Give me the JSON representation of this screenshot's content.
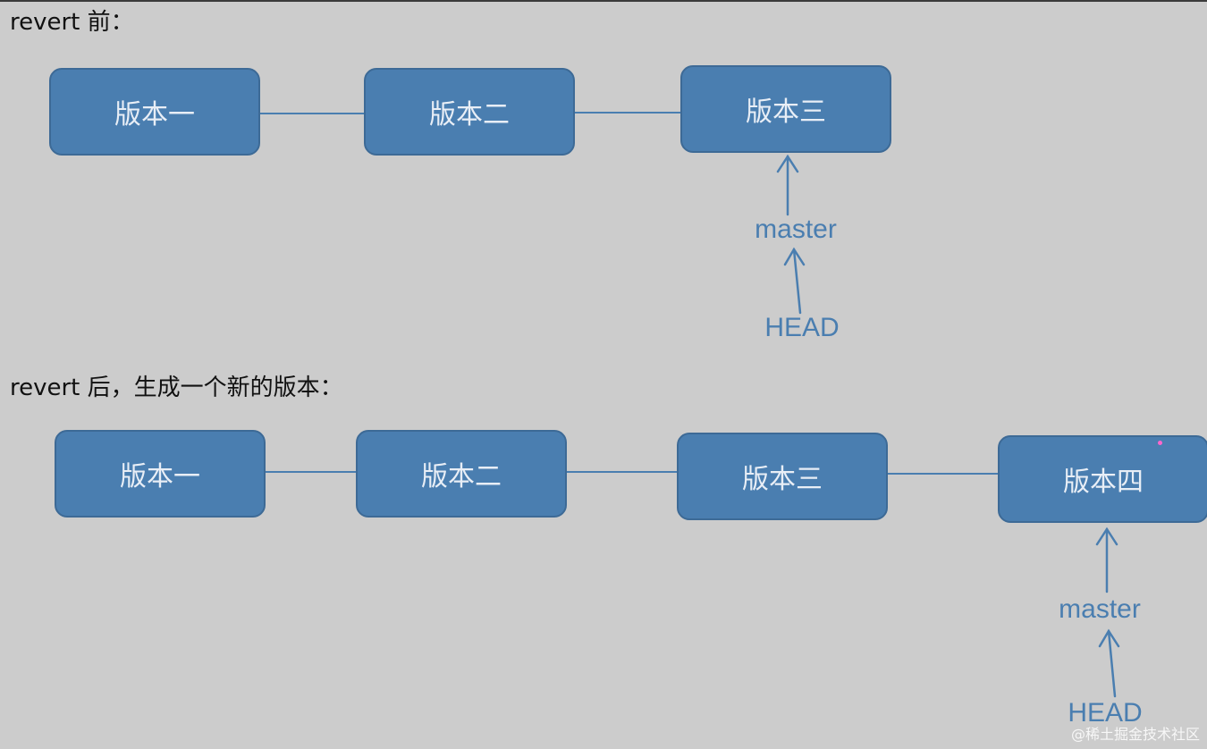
{
  "before": {
    "heading": "revert 前：",
    "nodes": [
      "版本一",
      "版本二",
      "版本三"
    ],
    "branch": "master",
    "head": "HEAD"
  },
  "after": {
    "heading": "revert 后，生成一个新的版本：",
    "nodes": [
      "版本一",
      "版本二",
      "版本三",
      "版本四"
    ],
    "branch": "master",
    "head": "HEAD"
  },
  "watermark": "@稀土掘金技术社区",
  "colors": {
    "background": "#cccccc",
    "node_fill": "#4a7eb0",
    "node_text": "#e8eef6",
    "label": "#4a7eb0"
  }
}
